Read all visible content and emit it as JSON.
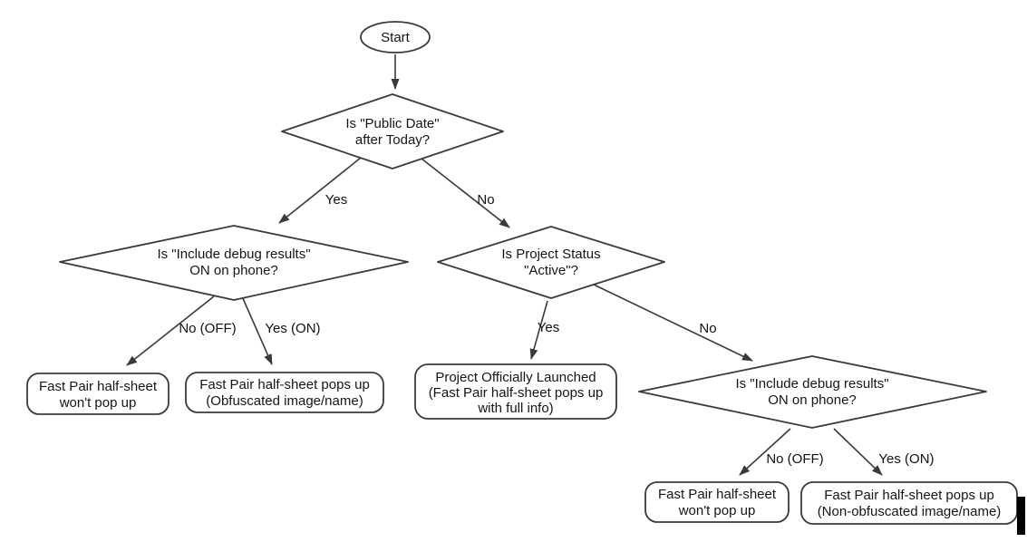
{
  "flowchart": {
    "nodes": {
      "start": {
        "label": "Start"
      },
      "public_date": {
        "lines": [
          "Is \"Public Date\"",
          "after Today?"
        ]
      },
      "debug_left": {
        "lines": [
          "Is \"Include debug results\"",
          "ON on phone?"
        ]
      },
      "project_status": {
        "lines": [
          "Is Project Status",
          "\"Active\"?"
        ]
      },
      "debug_right": {
        "lines": [
          "Is \"Include debug results\"",
          "ON on phone?"
        ]
      },
      "no_popup_left": {
        "lines": [
          "Fast Pair half-sheet",
          "won't pop up"
        ]
      },
      "obfuscated": {
        "lines": [
          "Fast Pair half-sheet pops up",
          "(Obfuscated image/name)"
        ]
      },
      "launched": {
        "lines": [
          "Project Officially Launched",
          "(Fast Pair half-sheet pops up",
          "with full info)"
        ]
      },
      "no_popup_right": {
        "lines": [
          "Fast Pair half-sheet",
          "won't pop up"
        ]
      },
      "non_obfuscated": {
        "lines": [
          "Fast Pair half-sheet pops up",
          "(Non-obfuscated image/name)"
        ]
      }
    },
    "edge_labels": {
      "public_yes": "Yes",
      "public_no": "No",
      "debug_left_no": "No (OFF)",
      "debug_left_yes": "Yes (ON)",
      "status_yes": "Yes",
      "status_no": "No",
      "debug_right_no": "No (OFF)",
      "debug_right_yes": "Yes (ON)"
    },
    "colors": {
      "stroke": "#3a3a3a",
      "text": "#111111",
      "background": "#ffffff",
      "cursor_bar": "#000000"
    }
  }
}
